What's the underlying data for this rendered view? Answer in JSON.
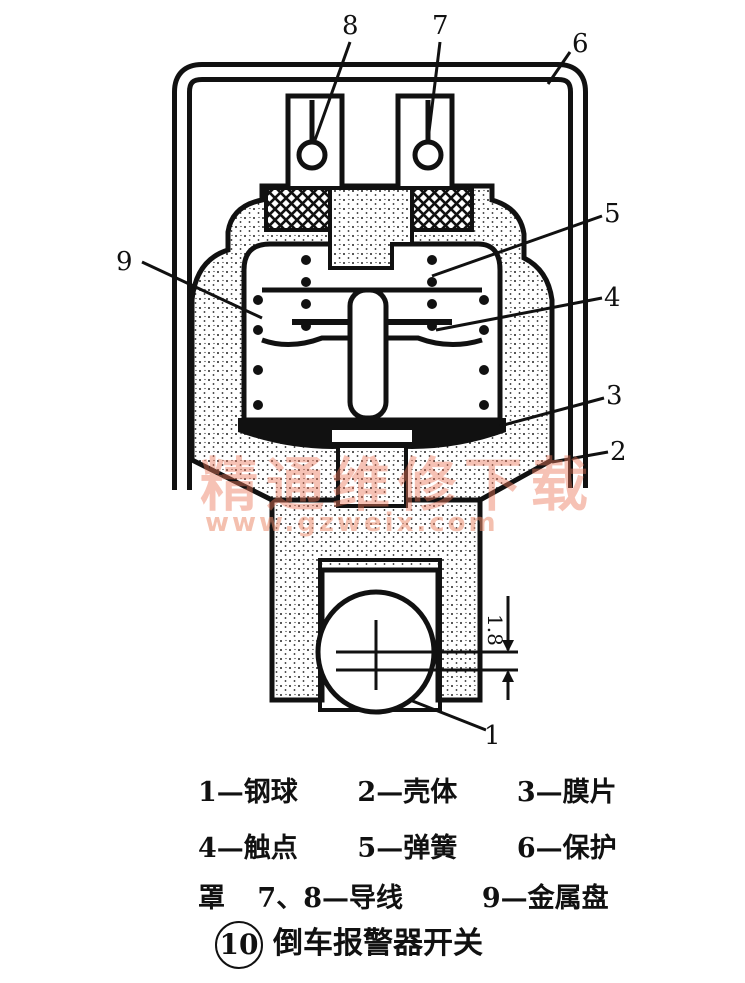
{
  "callouts": {
    "c1": "1",
    "c2": "2",
    "c3": "3",
    "c4": "4",
    "c5": "5",
    "c6": "6",
    "c7": "7",
    "c8": "8",
    "c9": "9"
  },
  "dimension": "1.8",
  "watermark": {
    "text": "精通维修下载",
    "url": "www.gzweix.com"
  },
  "legend": {
    "line1": [
      "1—钢球",
      "2—壳体",
      "3—膜片"
    ],
    "line2": [
      "4—触点",
      "5—弹簧",
      "6—保护"
    ],
    "line3": [
      "罩",
      "7、8—导线",
      "9—金属盘"
    ]
  },
  "caption": {
    "number": "10",
    "title": "倒车报警器开关"
  }
}
